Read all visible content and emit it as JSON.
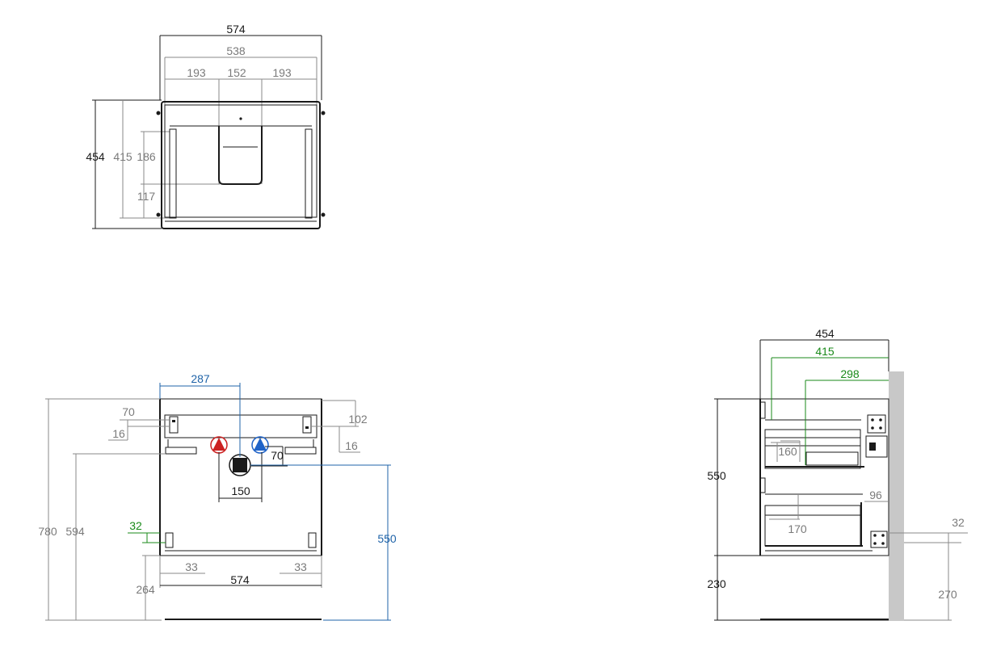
{
  "colors": {
    "primary_dim": "#1a1a1a",
    "secondary_dim": "#7a7a7a",
    "green_dim": "#1a8a1a",
    "blue_dim": "#1f63a8",
    "hot_water": "#cc2222",
    "cold_water": "#1f63c8",
    "wall": "#c8c8c8"
  },
  "top_view": {
    "width": "574",
    "inner_width": "538",
    "left_segment": "193",
    "center_segment": "152",
    "right_segment": "193",
    "depth": "454",
    "inner_depth": "415",
    "cutout_depth": "186",
    "cutout_offset": "117"
  },
  "front_view": {
    "drain_center": "287",
    "left_hole_height": "70",
    "left_hole_side": "16",
    "right_hole_height": "102",
    "right_hole_side": "16",
    "pipe_gap": "70",
    "drain_width": "150",
    "total_height": "780",
    "mount_height": "594",
    "drain_height": "550",
    "bracket_height": "32",
    "left_offset": "33",
    "right_offset": "33",
    "width": "574",
    "floor_gap": "264"
  },
  "side_view": {
    "depth": "454",
    "inner_depth": "415",
    "drawer_depth": "298",
    "cabinet_height": "550",
    "upper_drawer": "160",
    "lower_drawer": "170",
    "back_gap": "96",
    "floor_gap": "230",
    "bracket_height": "32",
    "bracket_elevation": "270"
  }
}
